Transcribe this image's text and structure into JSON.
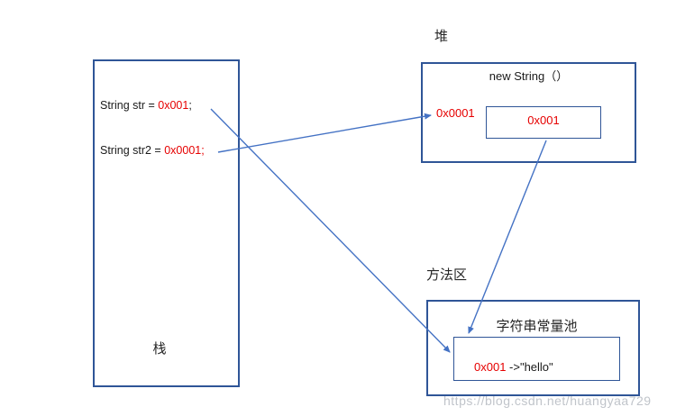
{
  "diagram": {
    "stack": {
      "label": "栈",
      "line1_prefix": "String str = ",
      "line1_value": "0x001",
      "line1_suffix": ";",
      "line2_prefix": "String str2 = ",
      "line2_value": "0x0001;"
    },
    "heap": {
      "label": "堆",
      "title": "new String（）",
      "ref_value": "0x0001",
      "cell_value": "0x001"
    },
    "method_area": {
      "label": "方法区",
      "pool_title": "字符串常量池",
      "entry_value": "0x001",
      "entry_rest": " ->\"hello\""
    },
    "watermark": "https://blog.csdn.net/huangyaa729",
    "colors": {
      "box_border": "#2f5597",
      "arrow": "#4472c4",
      "highlight_red": "#e60000",
      "watermark_gray": "#b9bec4"
    }
  }
}
